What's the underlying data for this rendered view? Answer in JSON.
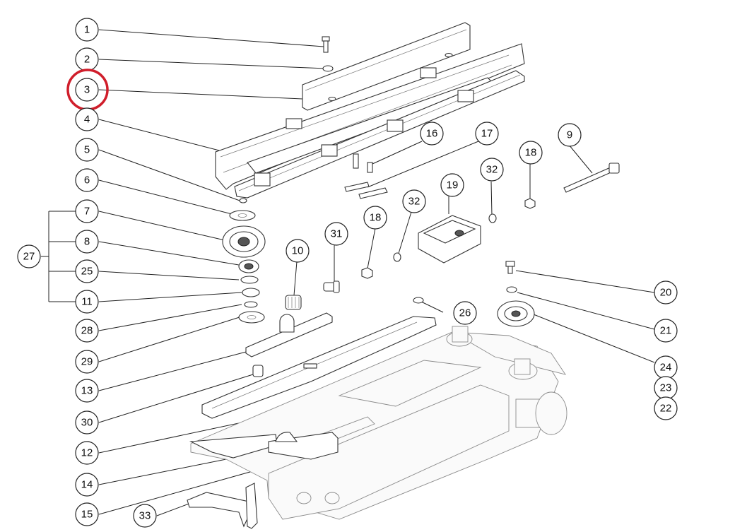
{
  "diagram": {
    "callouts": [
      {
        "id": "c1",
        "label": "1"
      },
      {
        "id": "c2",
        "label": "2"
      },
      {
        "id": "c3",
        "label": "3",
        "highlighted": true
      },
      {
        "id": "c4",
        "label": "4"
      },
      {
        "id": "c5",
        "label": "5"
      },
      {
        "id": "c6",
        "label": "6"
      },
      {
        "id": "c7",
        "label": "7"
      },
      {
        "id": "c8",
        "label": "8"
      },
      {
        "id": "c25",
        "label": "25"
      },
      {
        "id": "c11",
        "label": "11"
      },
      {
        "id": "c27",
        "label": "27"
      },
      {
        "id": "c28",
        "label": "28"
      },
      {
        "id": "c29",
        "label": "29"
      },
      {
        "id": "c13",
        "label": "13"
      },
      {
        "id": "c30",
        "label": "30"
      },
      {
        "id": "c12",
        "label": "12"
      },
      {
        "id": "c14",
        "label": "14"
      },
      {
        "id": "c15",
        "label": "15"
      },
      {
        "id": "c33",
        "label": "33"
      },
      {
        "id": "c16",
        "label": "16"
      },
      {
        "id": "c17",
        "label": "17"
      },
      {
        "id": "c9",
        "label": "9"
      },
      {
        "id": "c18a",
        "label": "18"
      },
      {
        "id": "c32a",
        "label": "32"
      },
      {
        "id": "c19",
        "label": "19"
      },
      {
        "id": "c32b",
        "label": "32"
      },
      {
        "id": "c18b",
        "label": "18"
      },
      {
        "id": "c31",
        "label": "31"
      },
      {
        "id": "c10",
        "label": "10"
      },
      {
        "id": "c26",
        "label": "26"
      },
      {
        "id": "c20",
        "label": "20"
      },
      {
        "id": "c21",
        "label": "21"
      },
      {
        "id": "c24",
        "label": "24"
      },
      {
        "id": "c23",
        "label": "23"
      },
      {
        "id": "c22",
        "label": "22"
      }
    ],
    "highlight_color": "#d01e2b"
  }
}
